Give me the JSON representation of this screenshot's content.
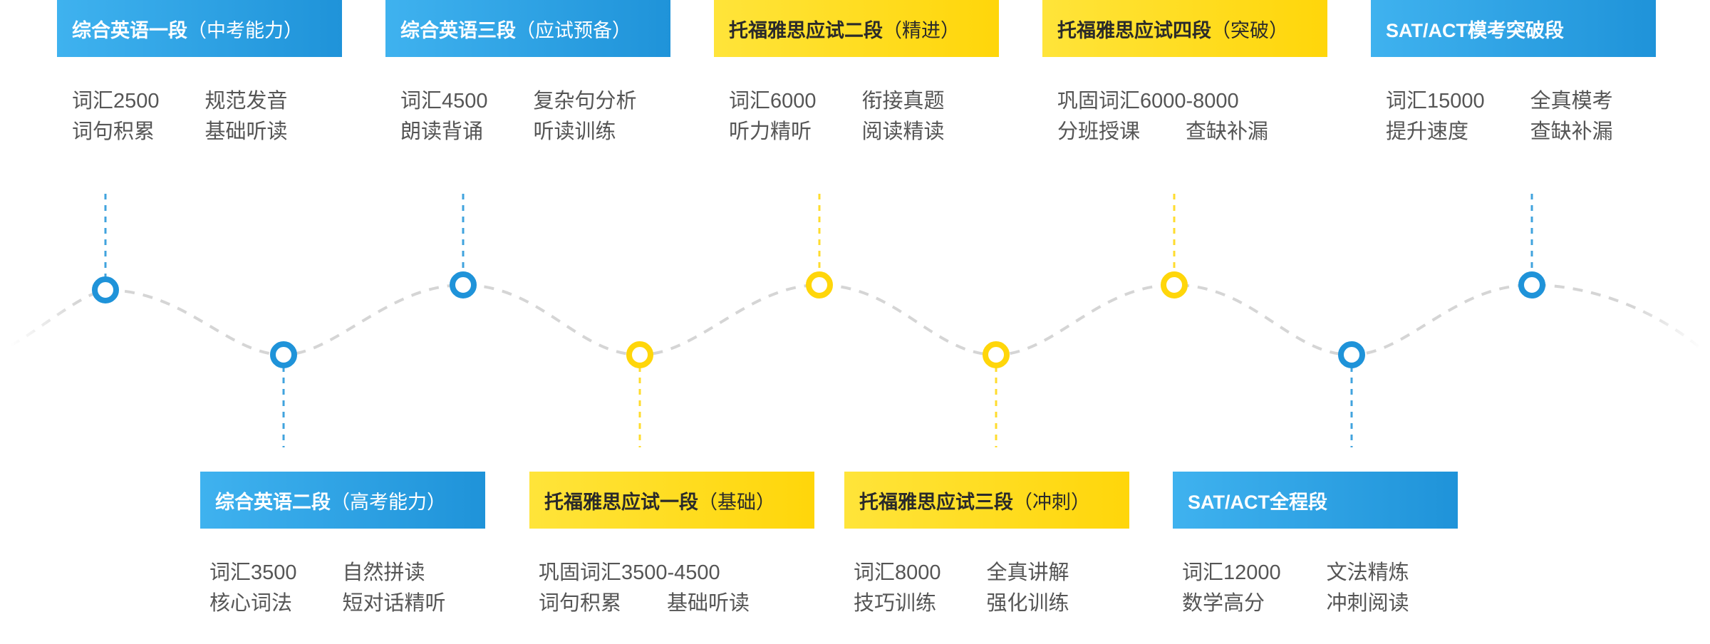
{
  "colors": {
    "blue": "#1f93d9",
    "blue_light": "#3fb2ef",
    "yellow": "#ffd60a",
    "curve": "#d5d5d5",
    "text": "#555555"
  },
  "stages": [
    {
      "id": "s1",
      "main": "综合英语一段",
      "paren": "（中考能力）",
      "color": "blue",
      "items": [
        "词汇2500",
        "规范发音",
        "词句积累",
        "基础听读"
      ]
    },
    {
      "id": "s2",
      "main": "综合英语二段",
      "paren": "（高考能力）",
      "color": "blue",
      "items": [
        "词汇3500",
        "自然拼读",
        "核心词法",
        "短对话精听"
      ]
    },
    {
      "id": "s3",
      "main": "综合英语三段",
      "paren": "（应试预备）",
      "color": "blue",
      "items": [
        "词汇4500",
        "复杂句分析",
        "朗读背诵",
        "听读训练"
      ]
    },
    {
      "id": "s4",
      "main": "托福雅思应试一段",
      "paren": "（基础）",
      "color": "yellow",
      "items": [
        "巩固词汇3500-4500",
        "词句积累",
        "基础听读"
      ]
    },
    {
      "id": "s5",
      "main": "托福雅思应试二段",
      "paren": "（精进）",
      "color": "yellow",
      "items": [
        "词汇6000",
        "衔接真题",
        "听力精听",
        "阅读精读"
      ]
    },
    {
      "id": "s6",
      "main": "托福雅思应试三段",
      "paren": "（冲刺）",
      "color": "yellow",
      "items": [
        "词汇8000",
        "全真讲解",
        "技巧训练",
        "强化训练"
      ]
    },
    {
      "id": "s7",
      "main": "托福雅思应试四段",
      "paren": "（突破）",
      "color": "yellow",
      "items": [
        "巩固词汇6000-8000",
        "分班授课",
        "查缺补漏"
      ]
    },
    {
      "id": "s8",
      "main": "SAT/ACT全程段",
      "paren": "",
      "color": "blue",
      "items": [
        "词汇12000",
        "文法精炼",
        "数学高分",
        "冲刺阅读"
      ]
    },
    {
      "id": "s9",
      "main": "SAT/ACT模考突破段",
      "paren": "",
      "color": "blue",
      "items": [
        "词汇15000",
        "全真模考",
        "提升速度",
        "查缺补漏"
      ]
    }
  ]
}
